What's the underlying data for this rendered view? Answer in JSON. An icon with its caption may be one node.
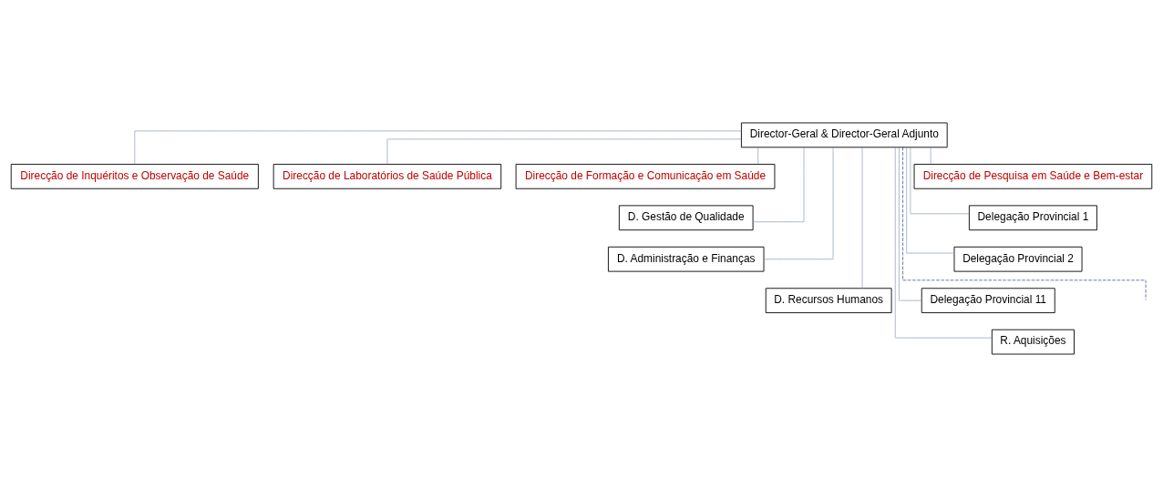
{
  "diagram": {
    "nodes": [
      {
        "text": [
          "Director-Geral & Director-Geral Adjunto"
        ]
      },
      {
        "text": [
          "Direcção de Pesquisa em Saúde e Bem-estar"
        ]
      },
      {
        "text": [
          "Direcção de Inquéritos e Observação de Saúde"
        ]
      },
      {
        "text": [
          "Direcção de Laboratórios de Saúde Pública"
        ]
      },
      {
        "text": [
          "Direcção de Formação e Comunicação em Saúde"
        ]
      },
      {
        "text": [
          "D. Gestão de Qualidade"
        ]
      },
      {
        "text": [
          "D. Administração e Finanças"
        ]
      },
      {
        "text": [
          "D. Recursos Humanos"
        ]
      },
      {
        "text": [
          "R. Aquisições"
        ]
      },
      {
        "text": [
          "Delegação Provincial 1"
        ]
      },
      {
        "text": [
          "Delegação Provincial 2"
        ]
      },
      {
        "text": [
          "Delegação Provincial 11"
        ]
      }
    ],
    "edges": [
      {
        "from": 0,
        "to": 1,
        "arrow": "none"
      },
      {
        "from": 0,
        "to": 2,
        "arrow": "none"
      },
      {
        "from": 0,
        "to": 3,
        "arrow": "none"
      },
      {
        "from": 0,
        "to": 4,
        "arrow": "none"
      },
      {
        "from": 0,
        "to": 5,
        "arrow": "none"
      },
      {
        "from": 0,
        "to": 6,
        "arrow": "none"
      },
      {
        "from": 0,
        "to": 7,
        "arrow": "none"
      },
      {
        "from": 0,
        "to": 8,
        "arrow": "none"
      },
      {
        "from": 0,
        "to": 9,
        "arrow": "none"
      },
      {
        "from": 0,
        "to": 10,
        "arrow": "none"
      },
      {
        "from": 0,
        "to": null,
        "arrow": "none",
        "style": "dashed",
        "color": "#3b4f8f"
      },
      {
        "from": 0,
        "to": 11,
        "arrow": "none"
      }
    ]
  }
}
